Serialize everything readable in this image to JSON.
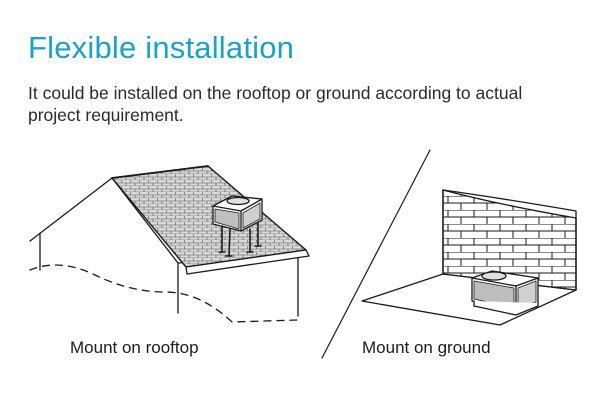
{
  "heading": {
    "title": "Flexible installation",
    "description": "It could be installed on the rooftop or ground according to actual project requirement."
  },
  "options": [
    {
      "caption": "Mount on rooftop",
      "illustration": "house-rooftop-unit"
    },
    {
      "caption": "Mount on ground",
      "illustration": "brick-wall-ground-unit"
    }
  ],
  "colors": {
    "title": "#1aa3c9",
    "text": "#222222",
    "line": "#1a1a1a",
    "background": "#ffffff"
  }
}
